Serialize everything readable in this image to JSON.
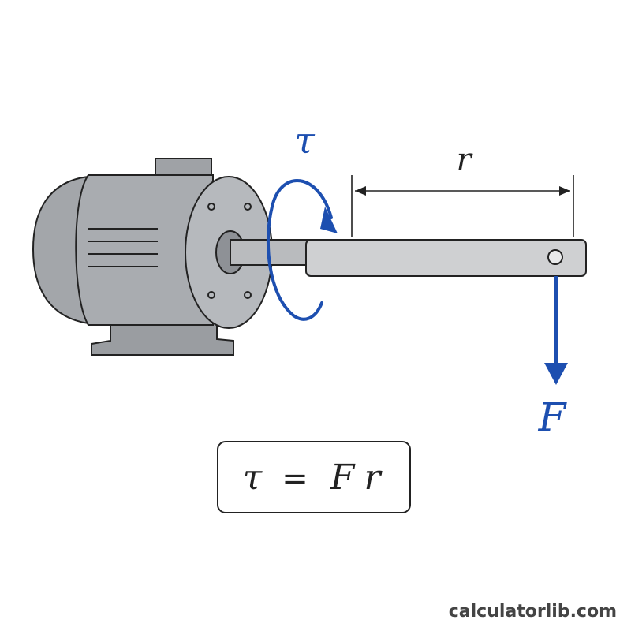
{
  "labels": {
    "torque_symbol": "τ",
    "radius_symbol": "r",
    "force_symbol": "F"
  },
  "formula": {
    "tau": "τ",
    "equals": "=",
    "F": "F",
    "r": "r"
  },
  "watermark": "calculatorlib.com",
  "colors": {
    "accent_blue": "#1d4fb0",
    "motor_gray": "#a9acb0",
    "motor_dark": "#8e9196",
    "outline": "#222222",
    "bar_gray": "#cfd0d2"
  }
}
